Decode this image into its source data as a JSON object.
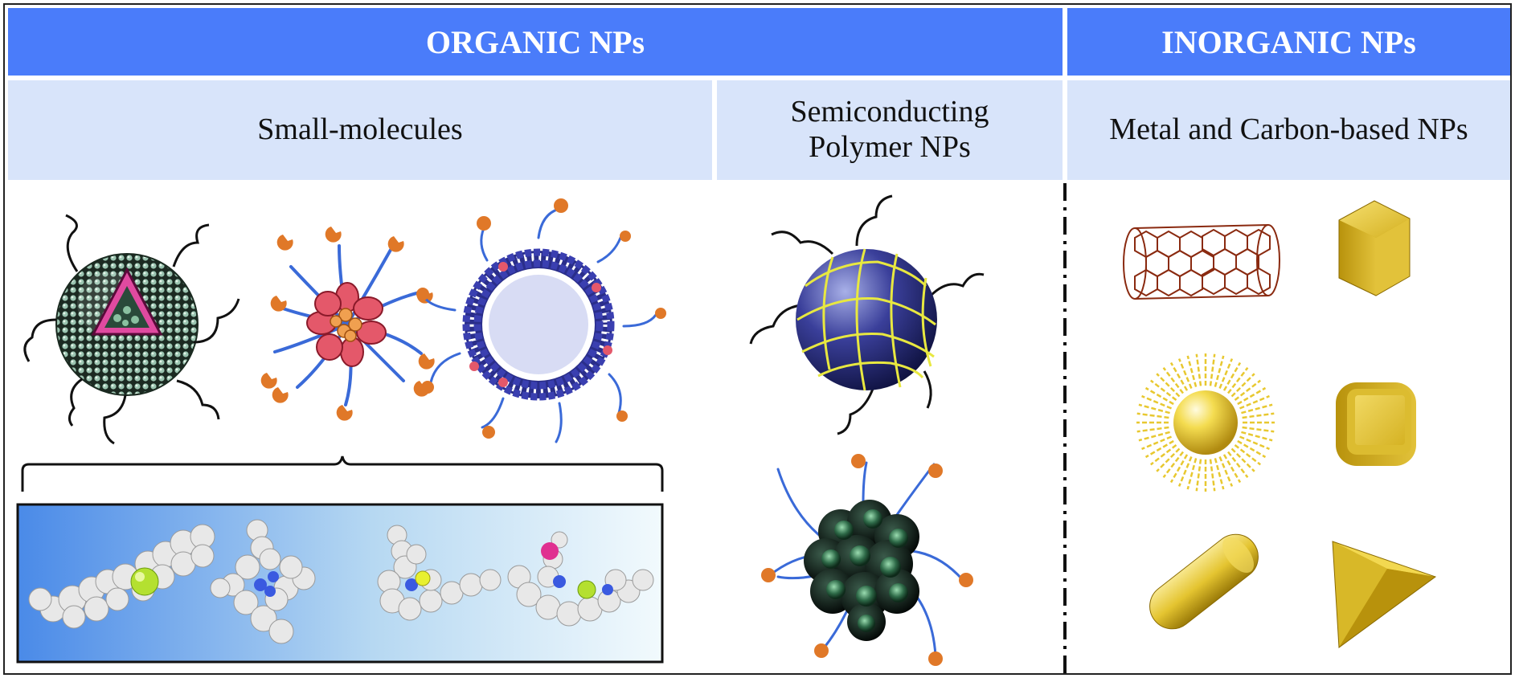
{
  "headers": {
    "organic": "ORGANIC NPs",
    "inorganic": "INORGANIC NPs"
  },
  "subheaders": {
    "small_molecules": "Small-molecules",
    "semiconducting_line1": "Semiconducting",
    "semiconducting_line2": "Polymer NPs",
    "metal_carbon": "Metal and Carbon-based NPs"
  },
  "colors": {
    "header_blue": "#4a7cfa",
    "subheader_blue": "#d8e4fa",
    "gold": "#e8c830",
    "ligand_blue": "#3a6ad8",
    "ligand_orange": "#e07828",
    "nanotube_brown": "#8a2a10"
  },
  "illustrations": [
    "polymer-coated-nanosphere",
    "micelle",
    "liposome",
    "small-molecule-models",
    "semiconducting-polymer-dot",
    "semiconducting-polymer-cluster",
    "carbon-nanotube",
    "gold-hexagonal-prism",
    "gold-nanostar",
    "gold-nanocube",
    "gold-nanorod",
    "gold-bipyramid"
  ]
}
